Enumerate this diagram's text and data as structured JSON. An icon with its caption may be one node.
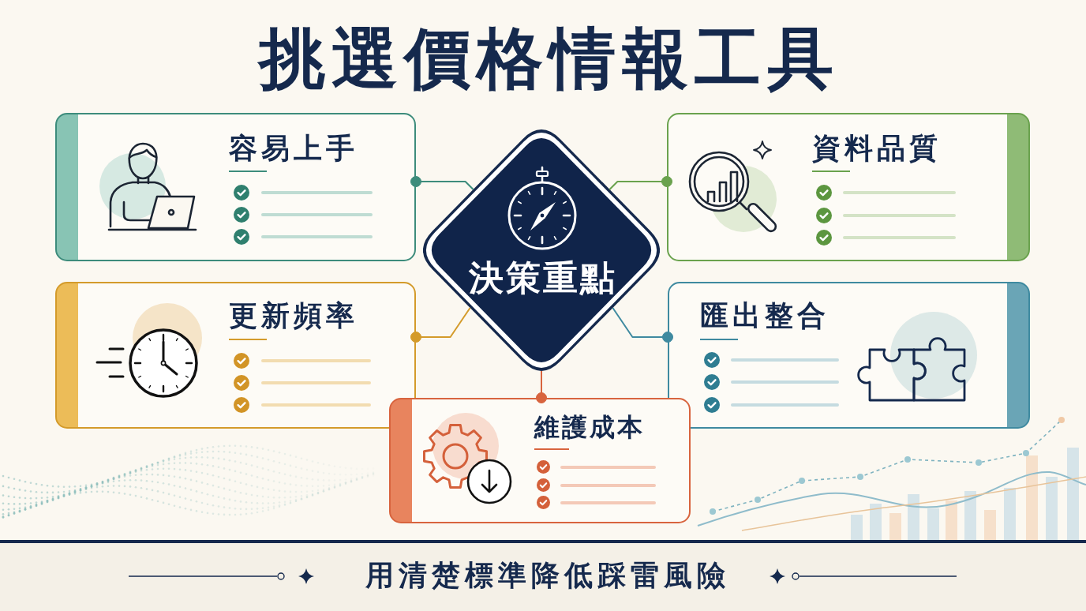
{
  "diagram": {
    "title": "挑選價格情報工具",
    "nodes": [
      {
        "text": [
          "容易上手"
        ]
      },
      {
        "text": [
          "決策重點"
        ]
      },
      {
        "text": [
          "資料品質"
        ]
      },
      {
        "text": [
          "更新頻率"
        ]
      },
      {
        "text": [
          "匯出整合"
        ]
      },
      {
        "text": [
          "維護成本"
        ]
      }
    ],
    "edges": [
      {
        "from": 1,
        "to": 0,
        "arrow": "other",
        "color": "#3d8c7c"
      },
      {
        "from": 1,
        "to": 2,
        "arrow": "other",
        "color": "#6aa24e"
      },
      {
        "from": 1,
        "to": 3,
        "arrow": "other",
        "color": "#d49b2b"
      },
      {
        "from": 1,
        "to": 4,
        "arrow": "other",
        "color": "#3f8aa0"
      },
      {
        "from": 1,
        "to": 5,
        "arrow": "other",
        "color": "#d8643e"
      }
    ],
    "caption": "用清楚標準降低踩雷風險"
  }
}
